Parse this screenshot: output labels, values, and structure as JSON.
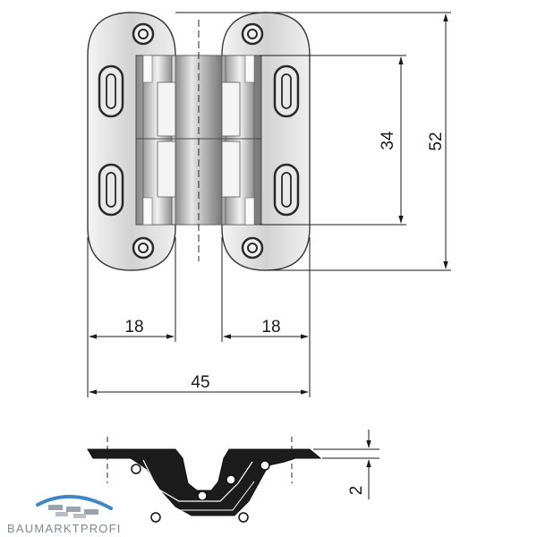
{
  "dimensions": {
    "height_overall": "52",
    "height_inner": "34",
    "leaf_left_width": "18",
    "leaf_right_width": "18",
    "width_overall": "45",
    "thickness": "2"
  },
  "brand": {
    "name": "BAUMARKTPROFI",
    "icon": "roof-arch-logo-icon",
    "color_blue": "#3f86c9",
    "color_grey": "#7c8794"
  },
  "drawing_colors": {
    "metal_light": "#ececec",
    "metal_mid": "#b9b9b9",
    "metal_dark": "#6d6d6d",
    "outline": "#2a2a2a",
    "profile": "#1c1c1c"
  }
}
